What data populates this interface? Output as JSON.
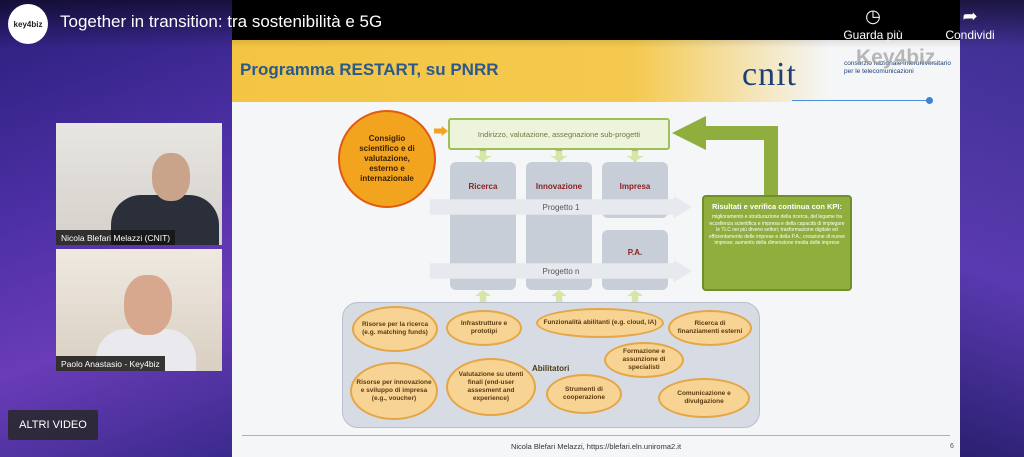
{
  "video": {
    "channel_logo_text": "key4biz",
    "title": "Together in transition: tra sostenibilità e 5G",
    "watch_later_label": "Guarda più",
    "share_label": "Condividi",
    "more_videos_label": "ALTRI VIDEO"
  },
  "watermark": "Key4biz",
  "speakers": [
    {
      "name": "Nicola Blefari Melazzi (CNIT)"
    },
    {
      "name": "Paolo Anastasio - Key4biz"
    }
  ],
  "slide": {
    "title": "Programma RESTART, su PNRR",
    "logo_text": "cnit",
    "logo_subtitle": "consorzio nazionale interuniversitario per le telecomunicazioni",
    "consiglio": "Consiglio scientifico e di valutazione, esterno e internazionale",
    "indirizzo": "Indirizzo, valutazione, assegnazione sub-progetti",
    "columns": [
      "Ricerca",
      "Innovazione",
      "Impresa"
    ],
    "pa_label": "P.A.",
    "progetto_1": "Progetto 1",
    "progetto_n": "Progetto n",
    "results_title": "Risultati e verifica continua con KPI:",
    "results_body": "miglioramento e strutturazione della ricerca, del legame tra eccellenza scientifica e impresa e della capacità di impiegare le TLC nei più diversi settori; trasformazione digitale ed efficientamento delle imprese e della P.A.; creazione di nuove imprese; aumento della dimensione media delle imprese",
    "abilitatori_label": "Abilitatori",
    "enablers": [
      "Risorse per la ricerca (e.g. matching funds)",
      "Infrastrutture e prototipi",
      "Funzionalità abilitanti (e.g. cloud, IA)",
      "Ricerca di finanziamenti esterni",
      "Formazione e assunzione di specialisti",
      "Risorse per innovazione e sviluppo di impresa (e.g., voucher)",
      "Valutazione su utenti finali (end-user assesment and experience)",
      "Strumenti di cooperazione",
      "Comunicazione e divulgazione"
    ],
    "footer": "Nicola Blefari Melazzi,  https://blefari.eln.uniroma2.it",
    "page_number": "6"
  },
  "colors": {
    "header_yellow": "#f4c542",
    "title_blue": "#2a5a8c",
    "kpi_green": "#8fae3e",
    "consiglio_orange": "#f2a41f"
  }
}
